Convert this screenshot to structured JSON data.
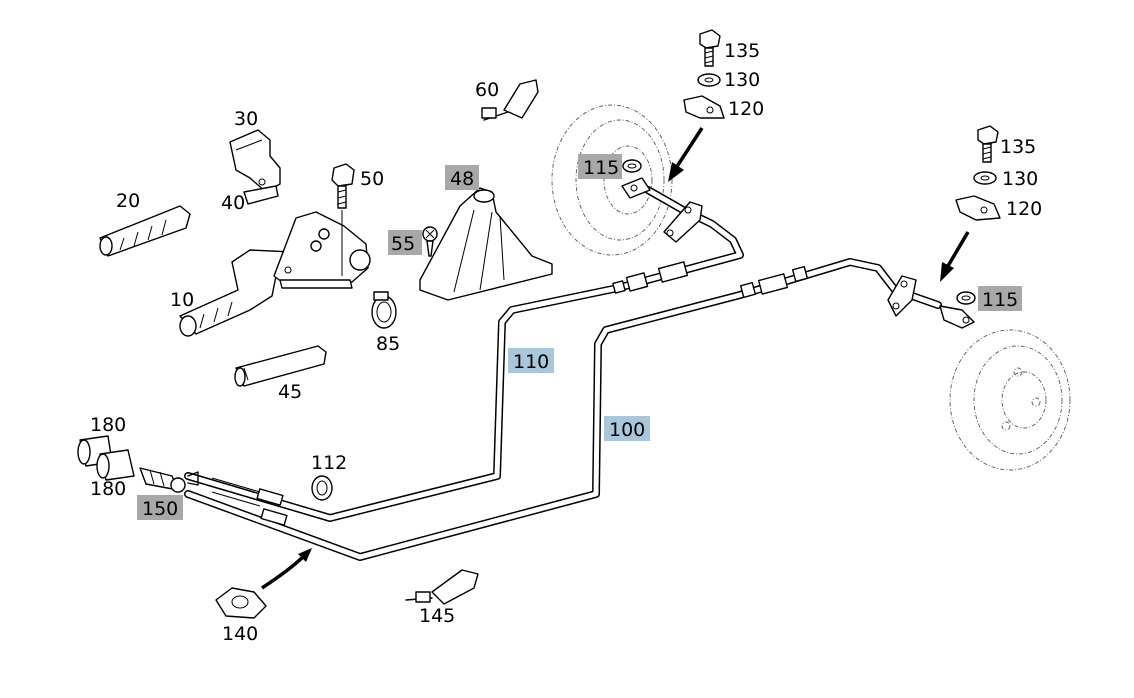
{
  "colors": {
    "highlight_gray": "#a8a8a8",
    "highlight_blue": "#a9c6da",
    "line": "#000000",
    "background": "#ffffff"
  },
  "callouts": {
    "l10": "10",
    "l20": "20",
    "l30": "30",
    "l40": "40",
    "l45": "45",
    "l48": "48",
    "l50": "50",
    "l55": "55",
    "l60": "60",
    "l85": "85",
    "l100": "100",
    "l110": "110",
    "l112": "112",
    "l115a": "115",
    "l115b": "115",
    "l120a": "120",
    "l120b": "120",
    "l130a": "130",
    "l130b": "130",
    "l135a": "135",
    "l135b": "135",
    "l140": "140",
    "l145": "145",
    "l150": "150",
    "l180a": "180",
    "l180b": "180"
  }
}
